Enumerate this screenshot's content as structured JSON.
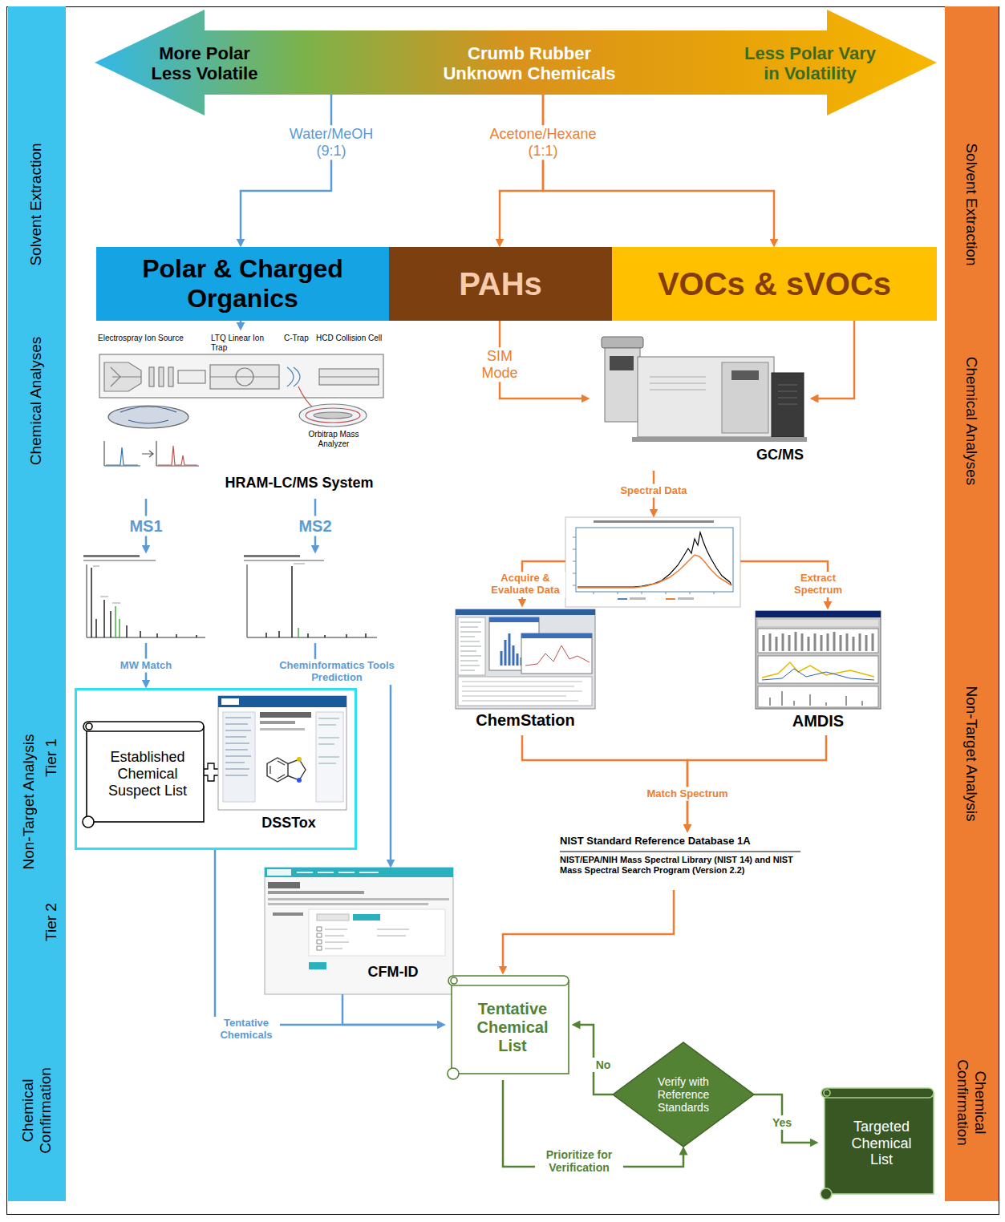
{
  "diagram": {
    "nodes": [
      {
        "text": [
          "Solvent Extraction",
          "Chemical Analyses",
          "Non-Target Analysis",
          "Tier 1",
          "Tier 2",
          "Chemical Confirmation"
        ]
      },
      {
        "text": [
          "Solvent Extraction",
          "Chemical Analyses",
          "Non-Target Analysis",
          "Chemical Confirmation"
        ]
      },
      {
        "text": [
          "More Polar Less Volatile",
          "Crumb Rubber Unknown Chemicals",
          "Less Polar Vary in Volatility"
        ]
      },
      {
        "text": [
          "Polar & Charged Organics"
        ]
      },
      {
        "text": [
          "PAHs"
        ]
      },
      {
        "text": [
          "VOCs & sVOCs"
        ]
      },
      {
        "text": [
          "Electrospray Ion Source",
          "LTQ Linear Ion Trap",
          "C-Trap",
          "HCD Collision Cell",
          "Orbitrap Mass Analyzer",
          "HRAM-LC/MS System"
        ]
      },
      {
        "text": [
          "GC/MS"
        ]
      },
      {
        "text": []
      },
      {
        "text": []
      },
      {
        "text": []
      },
      {
        "text": [
          "ChemStation"
        ]
      },
      {
        "text": [
          "AMDIS"
        ]
      },
      {
        "text": []
      },
      {
        "text": [
          "Established Chemical Suspect List"
        ],
        "in": 13
      },
      {
        "text": [
          "DSSTox"
        ],
        "in": 13
      },
      {
        "text": [
          "NIST Standard Reference Database 1A",
          "NIST/EPA/NIH Mass Spectral Library (NIST 14) and NIST Mass Spectral Search Program (Version 2.2)"
        ]
      },
      {
        "text": [
          "CFM-ID"
        ]
      },
      {
        "text": [
          "Tentative Chemical List"
        ]
      },
      {
        "text": [
          "Verify with Reference Standards"
        ]
      },
      {
        "text": [
          "Targeted Chemical List"
        ]
      }
    ],
    "edges": [
      {
        "from": 2,
        "to": 3,
        "arrow": "to",
        "label": "Water/MeOH (9:1)"
      },
      {
        "from": 2,
        "to": 4,
        "arrow": "to",
        "label": "Acetone/Hexane (1:1)"
      },
      {
        "from": 2,
        "to": 5,
        "arrow": "to"
      },
      {
        "from": 3,
        "to": 6,
        "arrow": "to"
      },
      {
        "from": 4,
        "to": 7,
        "arrow": "to",
        "label": "SIM Mode"
      },
      {
        "from": 5,
        "to": 7,
        "arrow": "to"
      },
      {
        "from": 6,
        "to": 8,
        "arrow": "to",
        "label": "MS1"
      },
      {
        "from": 6,
        "to": 9,
        "arrow": "to",
        "label": "MS2"
      },
      {
        "from": 7,
        "to": 10,
        "arrow": "to",
        "label": "Spectral Data"
      },
      {
        "from": 10,
        "to": 11,
        "arrow": "to",
        "label": "Acquire & Evaluate Data"
      },
      {
        "from": 10,
        "to": 12,
        "arrow": "to",
        "label": "Extract Spectrum"
      },
      {
        "from": 8,
        "to": 13,
        "arrow": "to",
        "label": "MW Match"
      },
      {
        "from": 9,
        "to": 17,
        "arrow": "to",
        "label": "Cheminformatics Tools Prediction"
      },
      {
        "from": 11,
        "to": 16,
        "arrow": "to",
        "label": "Match Spectrum"
      },
      {
        "from": 12,
        "to": 16,
        "arrow": "to"
      },
      {
        "from": 13,
        "to": 18,
        "arrow": "to",
        "label": "Tentative Chemicals"
      },
      {
        "from": 17,
        "to": 18,
        "arrow": "to"
      },
      {
        "from": 16,
        "to": 18,
        "arrow": "to"
      },
      {
        "from": 18,
        "to": 19,
        "arrow": "to",
        "label": "Prioritize for Verification"
      },
      {
        "from": 19,
        "to": 18,
        "arrow": "to",
        "label": "No"
      },
      {
        "from": 19,
        "to": 20,
        "arrow": "to",
        "label": "Yes"
      }
    ]
  }
}
